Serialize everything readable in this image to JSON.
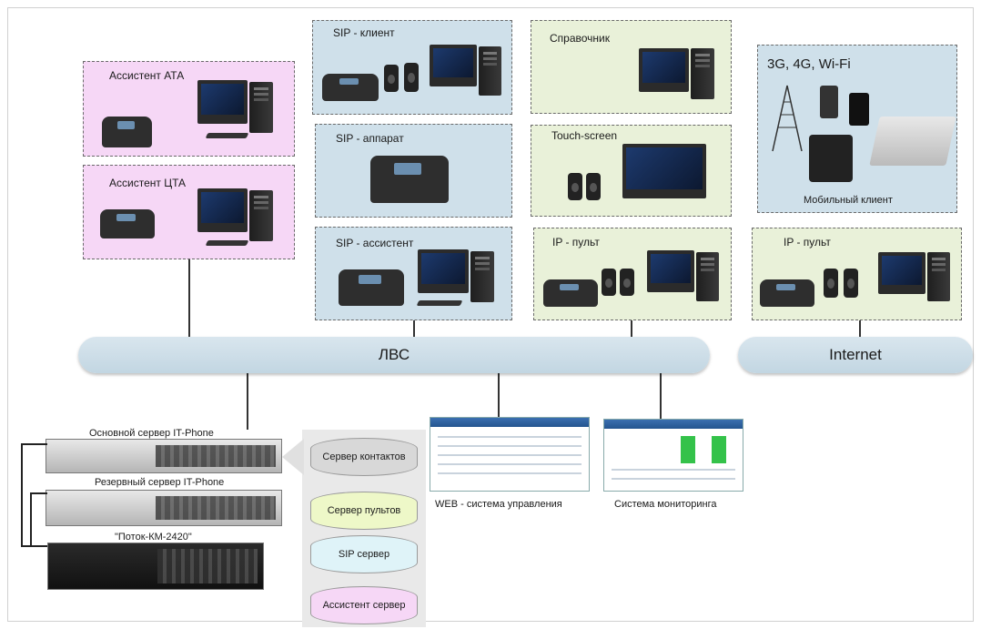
{
  "boxes": {
    "ata": "Ассистент АТА",
    "cta": "Ассистент ЦТА",
    "sip_client": "SIP - клиент",
    "sip_phone": "SIP - аппарат",
    "sip_assistant": "SIP - ассистент",
    "directory": "Справочник",
    "touch": "Touch-screen",
    "ip_console": "IP - пульт",
    "mobile_title": "3G, 4G, Wi-Fi",
    "mobile_caption": "Мобильный клиент",
    "ip_console2": "IP - пульт"
  },
  "networks": {
    "lan": "ЛВС",
    "internet": "Internet"
  },
  "servers": {
    "main": "Основной сервер IT-Phone",
    "backup": "Резервный сервер IT-Phone",
    "potok": "\"Поток-КМ-2420\""
  },
  "databases": [
    "Сервер контактов",
    "Сервер пультов",
    "SIP сервер",
    "Ассистент сервер"
  ],
  "db_colors": [
    "#d8d8d8",
    "#eef8c8",
    "#dff3f8",
    "#f6d7f6"
  ],
  "systems": {
    "web": "WEB - система управления",
    "monitoring": "Система мониторинга"
  }
}
